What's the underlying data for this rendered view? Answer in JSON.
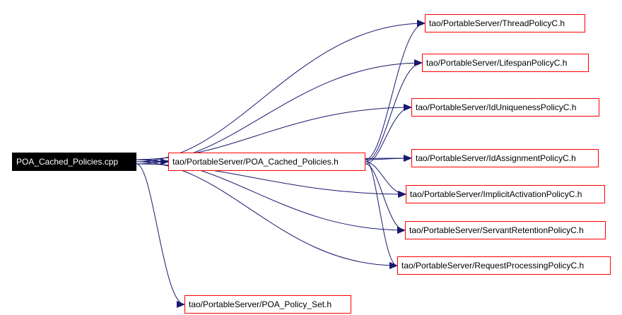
{
  "graph": {
    "root": "POA_Cached_Policies.cpp",
    "nodes": {
      "poa_cached_policies_h": "tao/PortableServer/POA_Cached_Policies.h",
      "thread_policy": "tao/PortableServer/ThreadPolicyC.h",
      "lifespan_policy": "tao/PortableServer/LifespanPolicyC.h",
      "iduniqueness_policy": "tao/PortableServer/IdUniquenessPolicyC.h",
      "idassignment_policy": "tao/PortableServer/IdAssignmentPolicyC.h",
      "implicitactivation_policy": "tao/PortableServer/ImplicitActivationPolicyC.h",
      "servantretention_policy": "tao/PortableServer/ServantRetentionPolicyC.h",
      "requestprocessing_policy": "tao/PortableServer/RequestProcessingPolicyC.h",
      "poa_policy_set": "tao/PortableServer/POA_Policy_Set.h"
    },
    "edges": [
      [
        "root",
        "poa_cached_policies_h"
      ],
      [
        "root",
        "thread_policy"
      ],
      [
        "root",
        "lifespan_policy"
      ],
      [
        "root",
        "iduniqueness_policy"
      ],
      [
        "root",
        "idassignment_policy"
      ],
      [
        "root",
        "implicitactivation_policy"
      ],
      [
        "root",
        "servantretention_policy"
      ],
      [
        "root",
        "requestprocessing_policy"
      ],
      [
        "root",
        "poa_policy_set"
      ],
      [
        "poa_cached_policies_h",
        "thread_policy"
      ],
      [
        "poa_cached_policies_h",
        "lifespan_policy"
      ],
      [
        "poa_cached_policies_h",
        "iduniqueness_policy"
      ],
      [
        "poa_cached_policies_h",
        "idassignment_policy"
      ],
      [
        "poa_cached_policies_h",
        "implicitactivation_policy"
      ],
      [
        "poa_cached_policies_h",
        "servantretention_policy"
      ],
      [
        "poa_cached_policies_h",
        "requestprocessing_policy"
      ]
    ]
  },
  "colors": {
    "edge": "#191970",
    "node_border": "#ff0000",
    "root_fill": "#000000",
    "root_text": "#ffffff"
  }
}
